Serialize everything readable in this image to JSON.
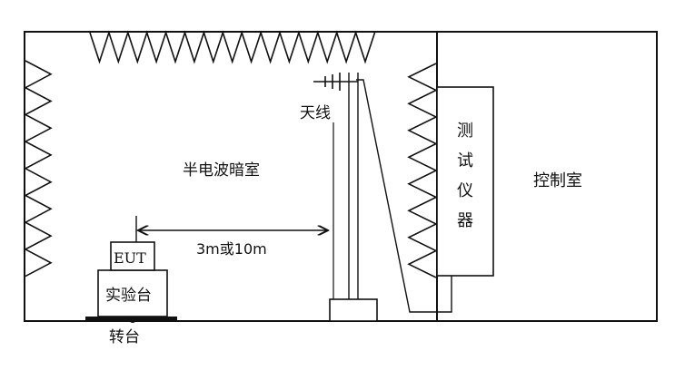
{
  "labels": {
    "chamber": "半电波暗室",
    "control_room": "控制室",
    "antenna": "天线",
    "distance": "3m或10m",
    "eut": "EUT",
    "test_table": "实验台",
    "turntable": "转台",
    "instrument_chars": [
      "测",
      "试",
      "仪",
      "器"
    ]
  }
}
